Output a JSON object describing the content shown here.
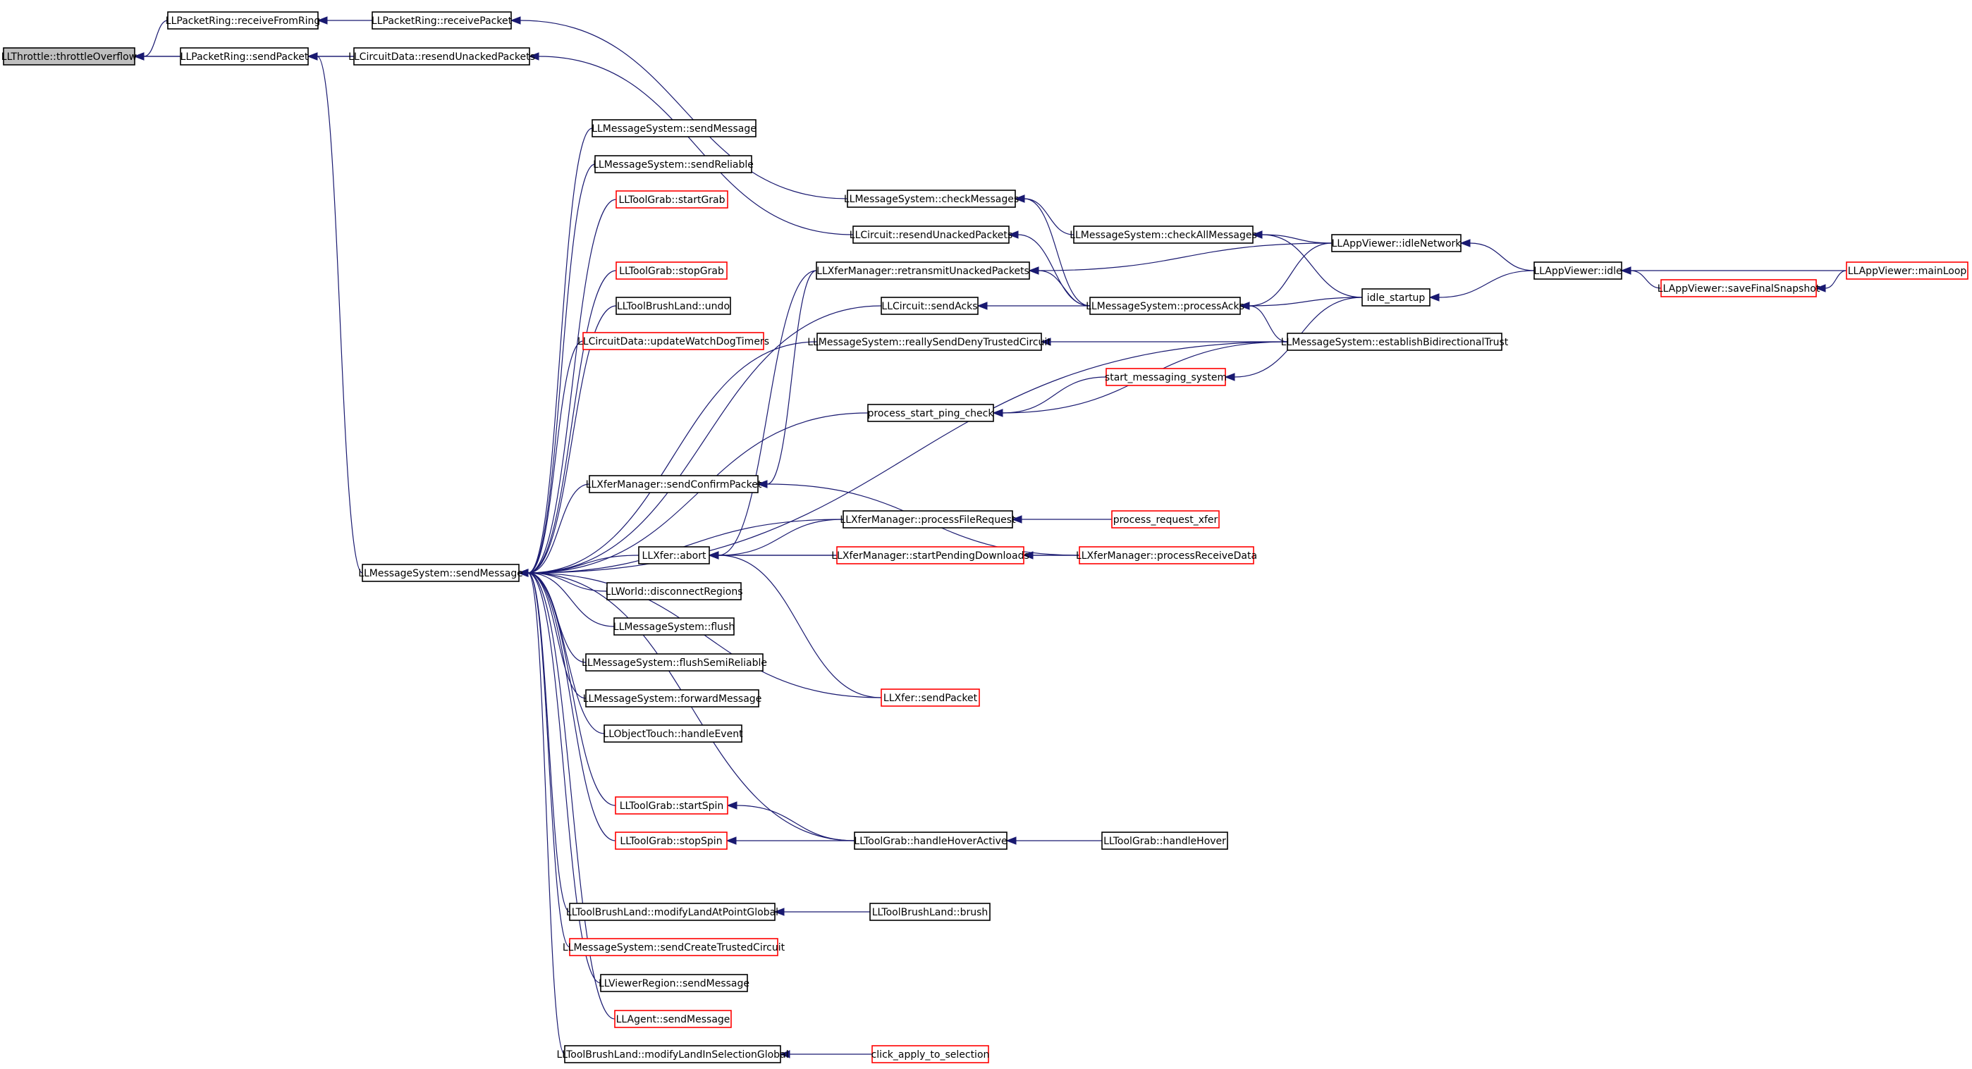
{
  "colors": {
    "edge": "#191970",
    "node_border": "#000000",
    "node_border_truncated": "#ff0000",
    "root_fill": "#bfbfbf",
    "background": "#ffffff"
  },
  "nodes": [
    {
      "id": "throttleOverflow",
      "label": "LLThrottle::throttleOverflow",
      "style": "root"
    },
    {
      "id": "receiveFromRing",
      "label": "LLPacketRing::receiveFromRing",
      "style": "normal"
    },
    {
      "id": "receivePacket",
      "label": "LLPacketRing::receivePacket",
      "style": "normal"
    },
    {
      "id": "sendPacketRing",
      "label": "LLPacketRing::sendPacket",
      "style": "normal"
    },
    {
      "id": "cdResend",
      "label": "LLCircuitData::resendUnackedPackets",
      "style": "normal"
    },
    {
      "id": "msSendMessageTop",
      "label": "LLMessageSystem::sendMessage",
      "style": "normal"
    },
    {
      "id": "msSendReliable",
      "label": "LLMessageSystem::sendReliable",
      "style": "normal"
    },
    {
      "id": "tgStartGrab",
      "label": "LLToolGrab::startGrab",
      "style": "truncated"
    },
    {
      "id": "tgStopGrab",
      "label": "LLToolGrab::stopGrab",
      "style": "truncated"
    },
    {
      "id": "tblUndo",
      "label": "LLToolBrushLand::undo",
      "style": "normal"
    },
    {
      "id": "cdWatchDog",
      "label": "LLCircuitData::updateWatchDogTimers",
      "style": "truncated"
    },
    {
      "id": "msCheckMessages",
      "label": "LLMessageSystem::checkMessages",
      "style": "normal"
    },
    {
      "id": "cResend",
      "label": "LLCircuit::resendUnackedPackets",
      "style": "normal"
    },
    {
      "id": "xmRetransmit",
      "label": "LLXferManager::retransmitUnackedPackets",
      "style": "normal"
    },
    {
      "id": "cSendAcks",
      "label": "LLCircuit::sendAcks",
      "style": "normal"
    },
    {
      "id": "msReallySendDeny",
      "label": "LLMessageSystem::reallySendDenyTrustedCircuit",
      "style": "normal"
    },
    {
      "id": "pspc",
      "label": "process_start_ping_check",
      "style": "normal"
    },
    {
      "id": "xmSendConfirm",
      "label": "LLXferManager::sendConfirmPacket",
      "style": "normal"
    },
    {
      "id": "msSendMessageMain",
      "label": "LLMessageSystem::sendMessage",
      "style": "normal"
    },
    {
      "id": "xferAbort",
      "label": "LLXfer::abort",
      "style": "normal"
    },
    {
      "id": "worldDisconnect",
      "label": "LLWorld::disconnectRegions",
      "style": "normal"
    },
    {
      "id": "msFlush",
      "label": "LLMessageSystem::flush",
      "style": "normal"
    },
    {
      "id": "msFlushSemi",
      "label": "LLMessageSystem::flushSemiReliable",
      "style": "normal"
    },
    {
      "id": "msForward",
      "label": "LLMessageSystem::forwardMessage",
      "style": "normal"
    },
    {
      "id": "otHandleEvent",
      "label": "LLObjectTouch::handleEvent",
      "style": "normal"
    },
    {
      "id": "tgStartSpin",
      "label": "LLToolGrab::startSpin",
      "style": "truncated"
    },
    {
      "id": "tgStopSpin",
      "label": "LLToolGrab::stopSpin",
      "style": "truncated"
    },
    {
      "id": "tblModifyPoint",
      "label": "LLToolBrushLand::modifyLandAtPointGlobal",
      "style": "normal"
    },
    {
      "id": "msSendCreateTrusted",
      "label": "LLMessageSystem::sendCreateTrustedCircuit",
      "style": "truncated"
    },
    {
      "id": "vrSendMessage",
      "label": "LLViewerRegion::sendMessage",
      "style": "normal"
    },
    {
      "id": "agentSendMessage",
      "label": "LLAgent::sendMessage",
      "style": "truncated"
    },
    {
      "id": "tblModifySel",
      "label": "LLToolBrushLand::modifyLandInSelectionGlobal",
      "style": "normal"
    },
    {
      "id": "xmProcessFile",
      "label": "LLXferManager::processFileRequest",
      "style": "normal"
    },
    {
      "id": "xmStartPending",
      "label": "LLXferManager::startPendingDownloads",
      "style": "truncated"
    },
    {
      "id": "xferSendPacket",
      "label": "LLXfer::sendPacket",
      "style": "truncated"
    },
    {
      "id": "tgHandleHoverActive",
      "label": "LLToolGrab::handleHoverActive",
      "style": "normal"
    },
    {
      "id": "tblBrush",
      "label": "LLToolBrushLand::brush",
      "style": "normal"
    },
    {
      "id": "clickApply",
      "label": "click_apply_to_selection",
      "style": "truncated"
    },
    {
      "id": "msCheckAll",
      "label": "LLMessageSystem::checkAllMessages",
      "style": "normal"
    },
    {
      "id": "msProcessAcks",
      "label": "LLMessageSystem::processAcks",
      "style": "normal"
    },
    {
      "id": "startMessaging",
      "label": "start_messaging_system",
      "style": "truncated"
    },
    {
      "id": "processRequestXfer",
      "label": "process_request_xfer",
      "style": "truncated"
    },
    {
      "id": "xmProcessReceive",
      "label": "LLXferManager::processReceiveData",
      "style": "truncated"
    },
    {
      "id": "tgHandleHover",
      "label": "LLToolGrab::handleHover",
      "style": "normal"
    },
    {
      "id": "avIdleNetwork",
      "label": "LLAppViewer::idleNetwork",
      "style": "normal"
    },
    {
      "id": "idleStartup",
      "label": "idle_startup",
      "style": "normal"
    },
    {
      "id": "msEstablishTrust",
      "label": "LLMessageSystem::establishBidirectionalTrust",
      "style": "normal"
    },
    {
      "id": "avIdle",
      "label": "LLAppViewer::idle",
      "style": "normal"
    },
    {
      "id": "avSaveSnapshot",
      "label": "LLAppViewer::saveFinalSnapshot",
      "style": "truncated"
    },
    {
      "id": "avMainLoop",
      "label": "LLAppViewer::mainLoop",
      "style": "truncated"
    }
  ],
  "edges": [
    {
      "from": "receiveFromRing",
      "to": "throttleOverflow"
    },
    {
      "from": "sendPacketRing",
      "to": "throttleOverflow"
    },
    {
      "from": "cdResend",
      "to": "throttleOverflow"
    },
    {
      "from": "receivePacket",
      "to": "receiveFromRing"
    },
    {
      "from": "msCheckMessages",
      "to": "receivePacket"
    },
    {
      "from": "cdResend",
      "to": "sendPacketRing"
    },
    {
      "from": "msSendMessageMain",
      "to": "sendPacketRing"
    },
    {
      "from": "cResend",
      "to": "cdResend"
    },
    {
      "from": "msSendMessageTop",
      "to": "msSendMessageMain"
    },
    {
      "from": "msSendReliable",
      "to": "msSendMessageMain"
    },
    {
      "from": "tgStartGrab",
      "to": "msSendMessageMain"
    },
    {
      "from": "cSendAcks",
      "to": "msSendMessageMain"
    },
    {
      "from": "tgStopGrab",
      "to": "msSendMessageMain"
    },
    {
      "from": "tblUndo",
      "to": "msSendMessageMain"
    },
    {
      "from": "cdWatchDog",
      "to": "msSendMessageMain"
    },
    {
      "from": "msReallySendDeny",
      "to": "msSendMessageMain"
    },
    {
      "from": "pspc",
      "to": "msSendMessageMain"
    },
    {
      "from": "msEstablishTrust",
      "to": "msSendMessageMain"
    },
    {
      "from": "xmSendConfirm",
      "to": "msSendMessageMain"
    },
    {
      "from": "xmProcessFile",
      "to": "msSendMessageMain"
    },
    {
      "from": "xferAbort",
      "to": "msSendMessageMain"
    },
    {
      "from": "worldDisconnect",
      "to": "msSendMessageMain"
    },
    {
      "from": "msFlush",
      "to": "msSendMessageMain"
    },
    {
      "from": "msFlushSemi",
      "to": "msSendMessageMain"
    },
    {
      "from": "msForward",
      "to": "msSendMessageMain"
    },
    {
      "from": "otHandleEvent",
      "to": "msSendMessageMain"
    },
    {
      "from": "xferSendPacket",
      "to": "msSendMessageMain"
    },
    {
      "from": "tgStartSpin",
      "to": "msSendMessageMain"
    },
    {
      "from": "tgStopSpin",
      "to": "msSendMessageMain"
    },
    {
      "from": "tgHandleHoverActive",
      "to": "msSendMessageMain"
    },
    {
      "from": "tblModifyPoint",
      "to": "msSendMessageMain"
    },
    {
      "from": "msSendCreateTrusted",
      "to": "msSendMessageMain"
    },
    {
      "from": "vrSendMessage",
      "to": "msSendMessageMain"
    },
    {
      "from": "agentSendMessage",
      "to": "msSendMessageMain"
    },
    {
      "from": "tblModifySel",
      "to": "msSendMessageMain"
    },
    {
      "from": "msCheckAll",
      "to": "msCheckMessages"
    },
    {
      "from": "msProcessAcks",
      "to": "msCheckMessages"
    },
    {
      "from": "msProcessAcks",
      "to": "cResend"
    },
    {
      "from": "msProcessAcks",
      "to": "xmRetransmit"
    },
    {
      "from": "avIdleNetwork",
      "to": "xmRetransmit"
    },
    {
      "from": "msProcessAcks",
      "to": "cSendAcks"
    },
    {
      "from": "msEstablishTrust",
      "to": "msReallySendDeny"
    },
    {
      "from": "startMessaging",
      "to": "pspc"
    },
    {
      "from": "msEstablishTrust",
      "to": "pspc"
    },
    {
      "from": "xmRetransmit",
      "to": "xmSendConfirm"
    },
    {
      "from": "xmProcessReceive",
      "to": "xmSendConfirm"
    },
    {
      "from": "xmProcessFile",
      "to": "xferAbort"
    },
    {
      "from": "xmStartPending",
      "to": "xferAbort"
    },
    {
      "from": "xmProcessReceive",
      "to": "xferAbort"
    },
    {
      "from": "xmRetransmit",
      "to": "xferAbort"
    },
    {
      "from": "xferSendPacket",
      "to": "xferAbort"
    },
    {
      "from": "tgHandleHoverActive",
      "to": "tgStartSpin"
    },
    {
      "from": "tgHandleHoverActive",
      "to": "tgStopSpin"
    },
    {
      "from": "tblBrush",
      "to": "tblModifyPoint"
    },
    {
      "from": "clickApply",
      "to": "tblModifySel"
    },
    {
      "from": "processRequestXfer",
      "to": "xmProcessFile"
    },
    {
      "from": "xmProcessReceive",
      "to": "xmStartPending"
    },
    {
      "from": "tgHandleHover",
      "to": "tgHandleHoverActive"
    },
    {
      "from": "avIdleNetwork",
      "to": "msCheckAll"
    },
    {
      "from": "idleStartup",
      "to": "msCheckAll"
    },
    {
      "from": "avIdleNetwork",
      "to": "msProcessAcks"
    },
    {
      "from": "idleStartup",
      "to": "msProcessAcks"
    },
    {
      "from": "msEstablishTrust",
      "to": "msProcessAcks"
    },
    {
      "from": "idleStartup",
      "to": "startMessaging"
    },
    {
      "from": "avIdle",
      "to": "avIdleNetwork"
    },
    {
      "from": "avIdle",
      "to": "idleStartup"
    },
    {
      "from": "avMainLoop",
      "to": "avIdle"
    },
    {
      "from": "avSaveSnapshot",
      "to": "avIdle"
    },
    {
      "from": "avMainLoop",
      "to": "avSaveSnapshot"
    }
  ]
}
